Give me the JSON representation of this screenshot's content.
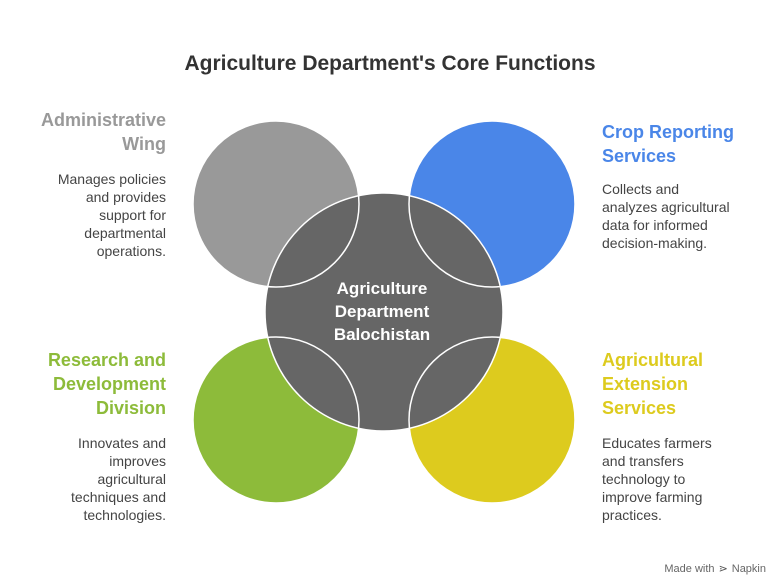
{
  "title": "Agriculture Department's Core Functions",
  "center": {
    "label": "Agriculture\nDepartment\nBalochistan",
    "color": "#666666"
  },
  "sections": {
    "top_left": {
      "heading": "Administrative\nWing",
      "description": "Manages policies\nand provides\nsupport for\ndepartmental\noperations.",
      "color": "#999999"
    },
    "top_right": {
      "heading": "Crop Reporting\nServices",
      "description": "Collects and\nanalyzes agricultural\ndata for informed\ndecision-making.",
      "color": "#4A86E8"
    },
    "bottom_left": {
      "heading": "Research and\nDevelopment\nDivision",
      "description": "Innovates and\nimproves\nagricultural\ntechniques and\ntechnologies.",
      "color": "#8DBB3A"
    },
    "bottom_right": {
      "heading": "Agricultural\nExtension\nServices",
      "description": "Educates farmers\nand transfers\ntechnology to\nimprove farming\npractices.",
      "color": "#DDCB1E"
    }
  },
  "footer": {
    "text": "Made with",
    "brand": "Napkin",
    "icon": "napkin-logo-icon"
  }
}
